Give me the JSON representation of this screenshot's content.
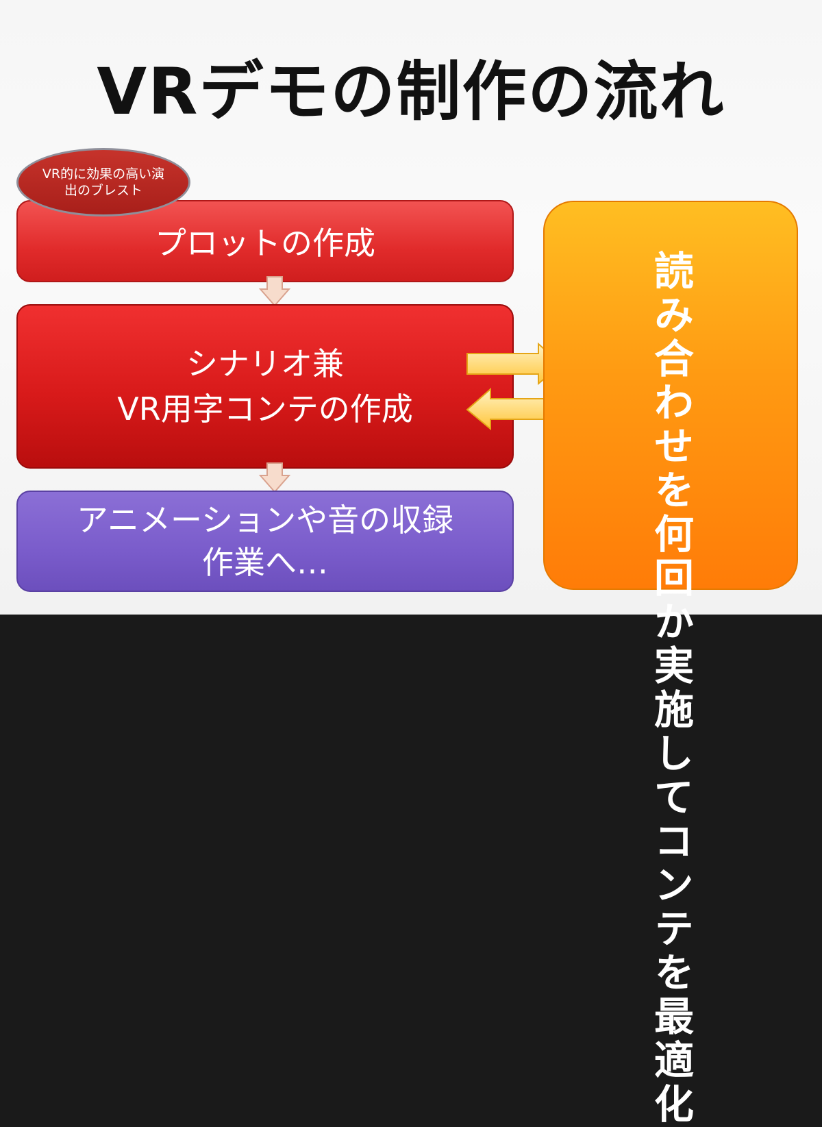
{
  "title": "VRデモの制作の流れ",
  "bubble": {
    "text": "VR的に効果の高い演出のブレスト"
  },
  "steps": [
    {
      "label": "プロットの作成"
    },
    {
      "line1": "シナリオ兼",
      "line2": "VR用字コンテの作成"
    },
    {
      "line1": "アニメーションや音の収録",
      "line2": "作業へ…"
    }
  ],
  "side_box": {
    "text": "読み合わせを何回か実施してコンテを最適化"
  },
  "colors": {
    "plot_box": "#e33232",
    "scenario_box": "#d41818",
    "record_box": "#7a5ccb",
    "side_box": "#ff9a12",
    "arrow": "#ffc53a",
    "down_arrow": "#f7dccc"
  }
}
